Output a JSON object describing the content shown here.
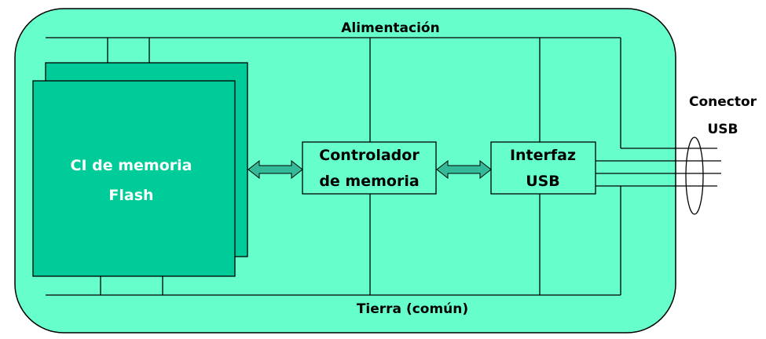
{
  "labels": {
    "power": "Alimentación",
    "ground": "Tierra (común)",
    "flash_line1": "CI de memoria",
    "flash_line2": "Flash",
    "controller_line1": "Controlador",
    "controller_line2": "de memoria",
    "interface_line1": "Interfaz",
    "interface_line2": "USB",
    "connector_line1": "Conector",
    "connector_line2": "USB"
  },
  "colors": {
    "board_fill": "#66ffcc",
    "chip_fill": "#00cc99",
    "arrow_fill": "#33bb99",
    "line": "#000000",
    "chip_text": "#ffffff",
    "text": "#000000"
  }
}
